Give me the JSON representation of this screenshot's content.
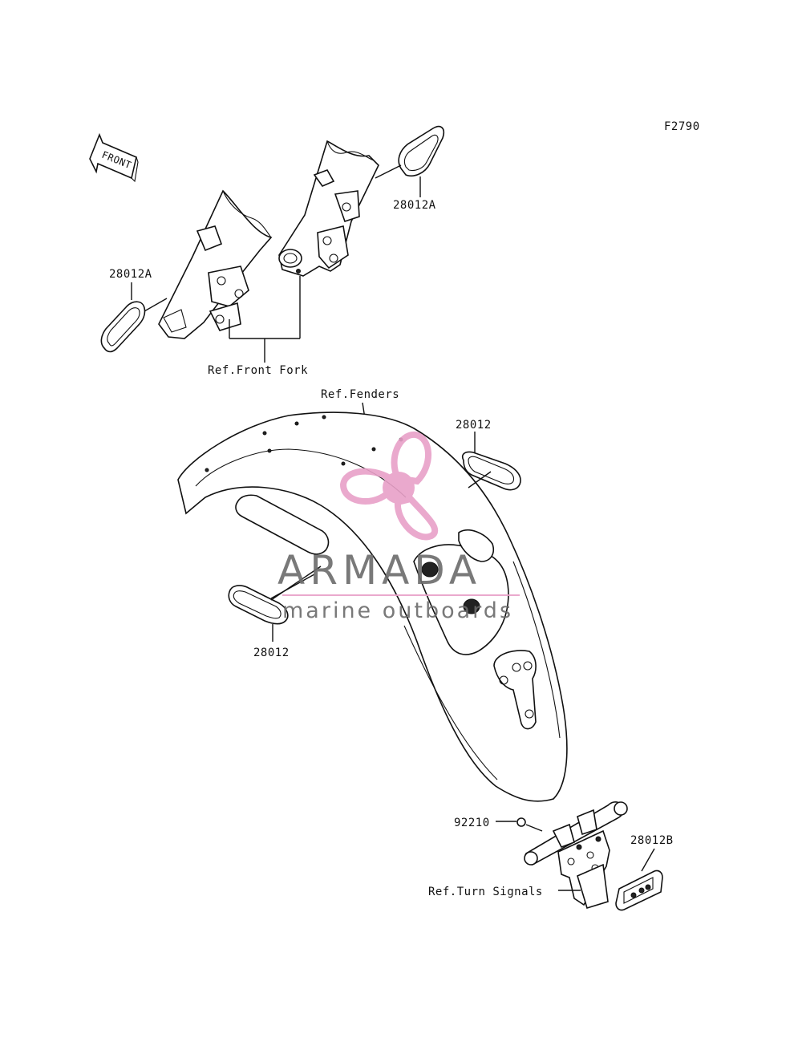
{
  "diagram_id": "F2790",
  "front_arrow": {
    "text": "FRONT"
  },
  "labels": {
    "part_28012A_right": "28012A",
    "part_28012A_left": "28012A",
    "ref_front_fork": "Ref.Front Fork",
    "ref_fenders": "Ref.Fenders",
    "part_28012_top": "28012",
    "part_28012_bottom": "28012",
    "part_92210": "92210",
    "part_28012B": "28012B",
    "ref_turn_signals": "Ref.Turn Signals"
  },
  "watermark": {
    "brand": "ARMADA",
    "tagline": "marine outboards",
    "color_brand": "#6b6b6b",
    "color_accent": "#e8a0c8"
  }
}
